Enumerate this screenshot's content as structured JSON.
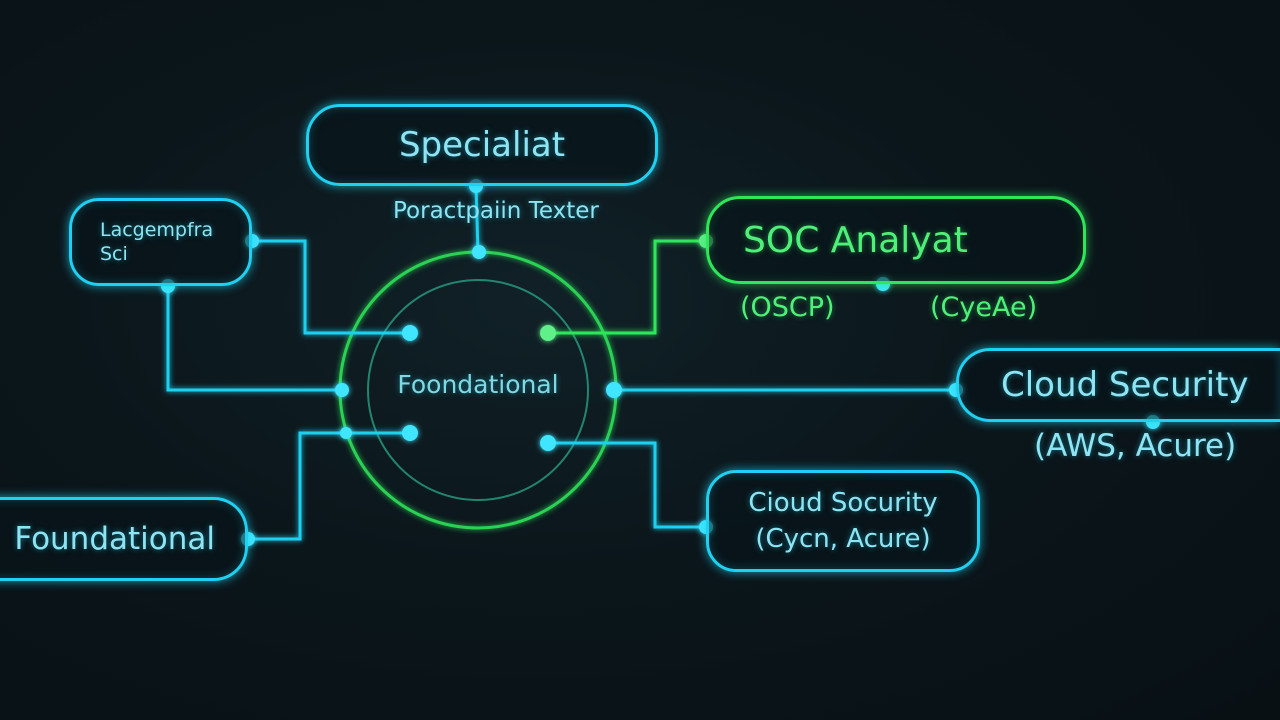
{
  "colors": {
    "background": "#0b1418",
    "cyan": "#1fd0f0",
    "green": "#2ee65a"
  },
  "nodes": {
    "specialist": {
      "label": "Specialiat"
    },
    "left_small": {
      "line1": "Lacgempfra",
      "line2": "Sci"
    },
    "soc_analyst": {
      "label": "SOC Analyat"
    },
    "cloud_security_right": {
      "label": "Cloud Security"
    },
    "cloud_security_lower": {
      "line1": "Cioud Socurity",
      "line2": "(Cycn, Acure)"
    },
    "foundational_left": {
      "label": "Foundational"
    },
    "center": {
      "label": "Foondational"
    }
  },
  "labels": {
    "penetration": "Poractpaiin Texter",
    "oscp": "(OSCP)",
    "cysa": "(CyeAe)",
    "aws_azure": "(AWS, Acure)"
  }
}
